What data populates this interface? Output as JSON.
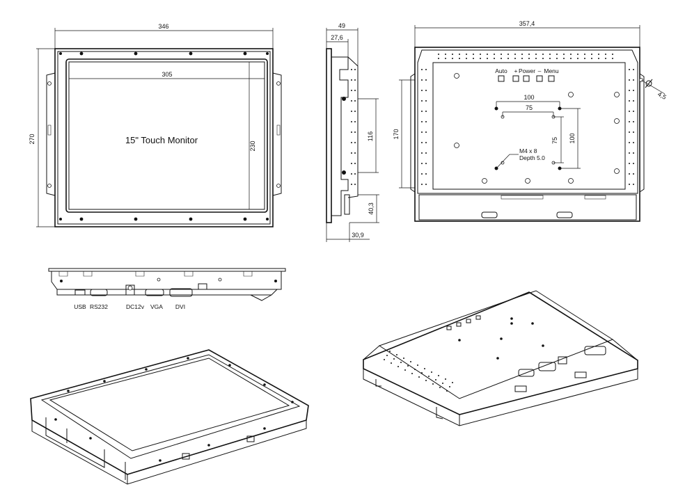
{
  "front_view": {
    "overall_width": "346",
    "overall_height": "270",
    "display_width": "305",
    "display_height": "230",
    "title": "15\" Touch Monitor"
  },
  "side_view": {
    "depth_top": "49",
    "offset_top": "27,6",
    "bracket_spacing": "116",
    "bottom_offset": "40,3",
    "bottom_depth": "30,9"
  },
  "rear_view": {
    "overall_width": "357,4",
    "height_170": "170",
    "hole_diameter": "4,5",
    "vesa_100_h": "100",
    "vesa_75_h": "75",
    "vesa_75_v": "75",
    "vesa_100_v": "100",
    "screw_spec": "M4 x 8",
    "screw_depth": "Depth 5.0",
    "buttons": {
      "auto": "Auto",
      "plus": "+",
      "power": "Power",
      "minus": "–",
      "menu": "Menu"
    }
  },
  "bottom_view": {
    "ports": {
      "usb": "USB",
      "rs232": "RS232",
      "dc": "DC12v",
      "vga": "VGA",
      "dvi": "DVI"
    }
  }
}
